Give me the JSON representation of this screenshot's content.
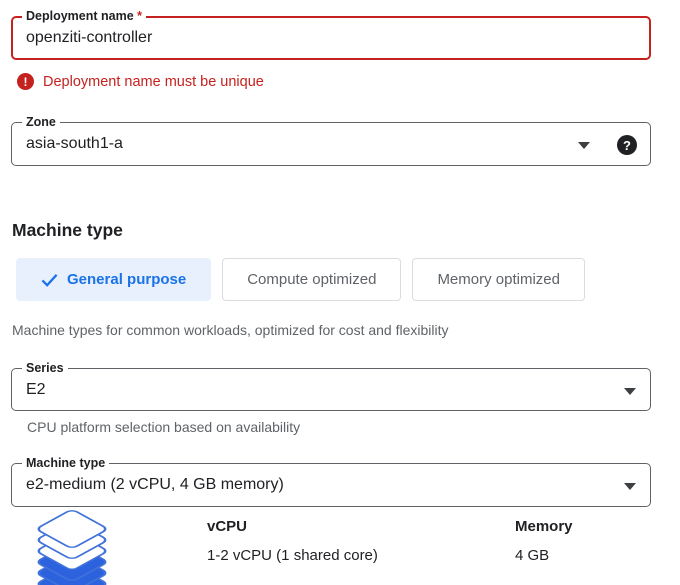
{
  "colors": {
    "accent_blue": "#1a73e8",
    "tab_selected_bg": "#e8f0fe",
    "error_red": "#c5221f",
    "border_gray": "#5f6368",
    "text_gray": "#5f6368",
    "icon_blue_fill": "#2c62dd",
    "icon_blue_stroke": "#4072da"
  },
  "icons": {
    "error_glyph": "!",
    "help_glyph": "?"
  },
  "form": {
    "deployment": {
      "label": "Deployment name",
      "required_marker": "*",
      "value": "openziti-controller",
      "error_message": "Deployment name must be unique"
    },
    "zone": {
      "label": "Zone",
      "value": "asia-south1-a"
    }
  },
  "machine_section": {
    "heading": "Machine type",
    "tabs": [
      {
        "label": "General purpose",
        "selected": true
      },
      {
        "label": "Compute optimized",
        "selected": false
      },
      {
        "label": "Memory optimized",
        "selected": false
      }
    ],
    "description": "Machine types for common workloads, optimized for cost and flexibility",
    "series": {
      "label": "Series",
      "value": "E2",
      "helper_text": "CPU platform selection based on availability"
    },
    "machine_type": {
      "label": "Machine type",
      "value": "e2-medium (2 vCPU, 4 GB memory)"
    },
    "specs": {
      "columns": [
        {
          "header": "vCPU",
          "value": "1-2 vCPU (1 shared core)"
        },
        {
          "header": "Memory",
          "value": "4 GB"
        }
      ]
    }
  }
}
